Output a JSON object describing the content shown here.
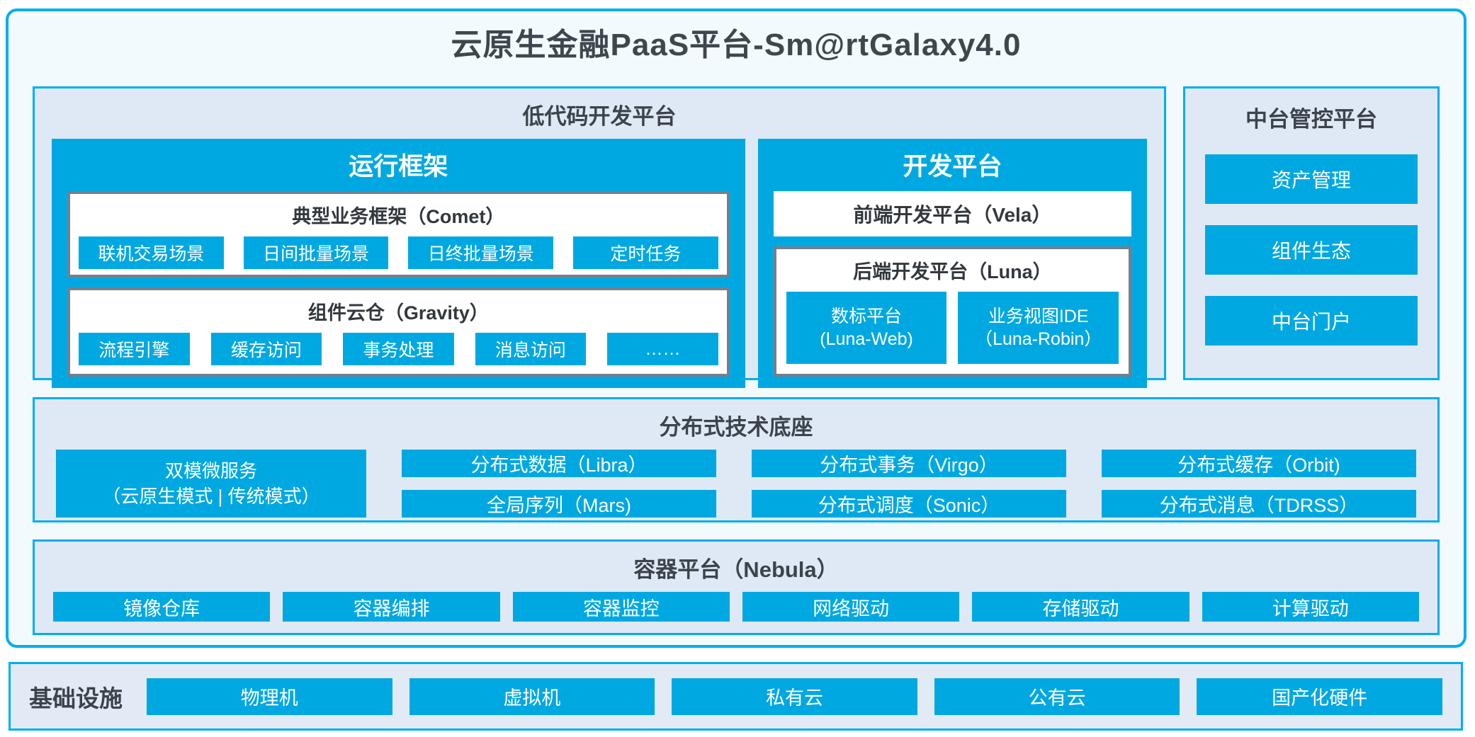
{
  "title": "云原生金融PaaS平台-Sm@rtGalaxy4.0",
  "colors": {
    "accent_blue": "#00A8E1",
    "border_blue": "#00AEEF",
    "section_bg": "#DFE9F5",
    "box_border_gray": "#75808D",
    "dark_text": "#3C434B"
  },
  "low_code": {
    "title": "低代码开发平台",
    "runtime": {
      "title": "运行框架",
      "comet": {
        "title": "典型业务框架（Comet）",
        "items": [
          "联机交易场景",
          "日间批量场景",
          "日终批量场景",
          "定时任务"
        ]
      },
      "gravity": {
        "title": "组件云仓（Gravity）",
        "items": [
          "流程引擎",
          "缓存访问",
          "事务处理",
          "消息访问",
          "……"
        ]
      }
    },
    "dev": {
      "title": "开发平台",
      "vela": "前端开发平台（Vela）",
      "luna": {
        "title": "后端开发平台（Luna）",
        "items": [
          {
            "line1": "数标平台",
            "line2": "(Luna-Web)"
          },
          {
            "line1": "业务视图IDE",
            "line2": "（Luna-Robin）"
          }
        ]
      }
    }
  },
  "mid_platform": {
    "title": "中台管控平台",
    "items": [
      "资产管理",
      "组件生态",
      "中台门户"
    ]
  },
  "distributed": {
    "title": "分布式技术底座",
    "dual_mode": {
      "line1": "双模微服务",
      "line2": "（云原生模式 | 传统模式）"
    },
    "columns": [
      [
        "分布式数据（Libra）",
        "全局序列（Mars)"
      ],
      [
        "分布式事务（Virgo）",
        "分布式调度（Sonic）"
      ],
      [
        "分布式缓存（Orbit)",
        "分布式消息（TDRSS）"
      ]
    ]
  },
  "container_platform": {
    "title": "容器平台（Nebula）",
    "items": [
      "镜像仓库",
      "容器编排",
      "容器监控",
      "网络驱动",
      "存储驱动",
      "计算驱动"
    ]
  },
  "infrastructure": {
    "title": "基础设施",
    "items": [
      "物理机",
      "虚拟机",
      "私有云",
      "公有云",
      "国产化硬件"
    ]
  }
}
